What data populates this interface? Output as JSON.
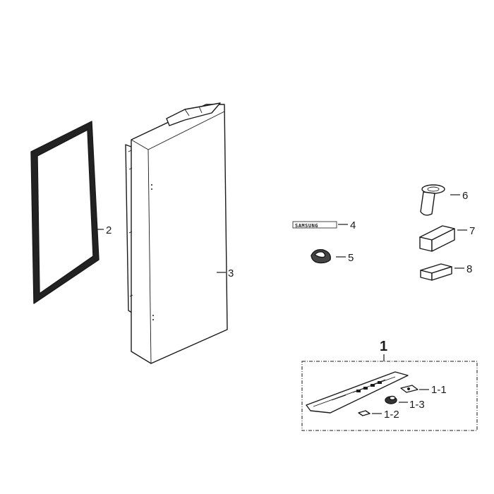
{
  "callouts": {
    "p1": "1",
    "p1_1": "1-1",
    "p1_2": "1-2",
    "p1_3": "1-3",
    "p2": "2",
    "p3": "3",
    "p4": "4",
    "p5": "5",
    "p6": "6",
    "p7": "7",
    "p8": "8"
  },
  "parts": {
    "emblem_text": "SAMSUNG"
  }
}
